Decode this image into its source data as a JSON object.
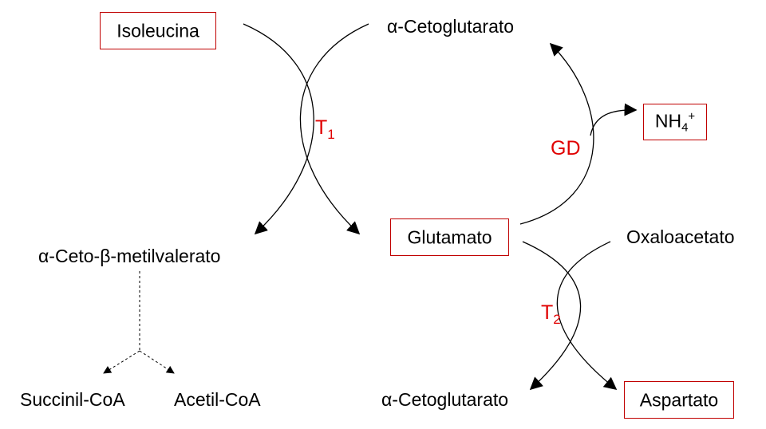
{
  "nodes": {
    "isoleucina": "Isoleucina",
    "akg_top": "α-Cetoglutarato",
    "nh4_base": "NH",
    "nh4_sub": "4",
    "nh4_sup": "+",
    "ketoacid": "α-Ceto-β-metilvalerato",
    "glutamato": "Glutamato",
    "oxaloacetato": "Oxaloacetato",
    "succinil": "Succinil-CoA",
    "acetil": "Acetil-CoA",
    "akg_bottom": "α-Cetoglutarato",
    "aspartato": "Aspartato"
  },
  "enzymes": {
    "t1_letter": "T",
    "t1_sub": "1",
    "gd": "GD",
    "t2_letter": "T",
    "t2_sub": "2"
  },
  "colors": {
    "box_border": "#c00000",
    "enzyme_text": "#e00000",
    "line": "#000000"
  }
}
